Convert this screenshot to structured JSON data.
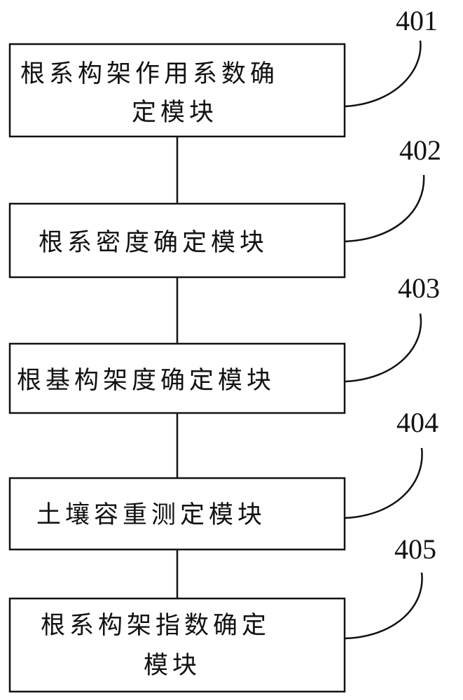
{
  "modules": [
    {
      "ref": "401",
      "lines": [
        "根系构架作用系数确",
        "定模块"
      ]
    },
    {
      "ref": "402",
      "lines": [
        "根系密度确定模块"
      ]
    },
    {
      "ref": "403",
      "lines": [
        "根基构架度确定模块"
      ]
    },
    {
      "ref": "404",
      "lines": [
        "土壤容重测定模块"
      ]
    },
    {
      "ref": "405",
      "lines": [
        "根系构架指数确定",
        "模块"
      ]
    }
  ]
}
